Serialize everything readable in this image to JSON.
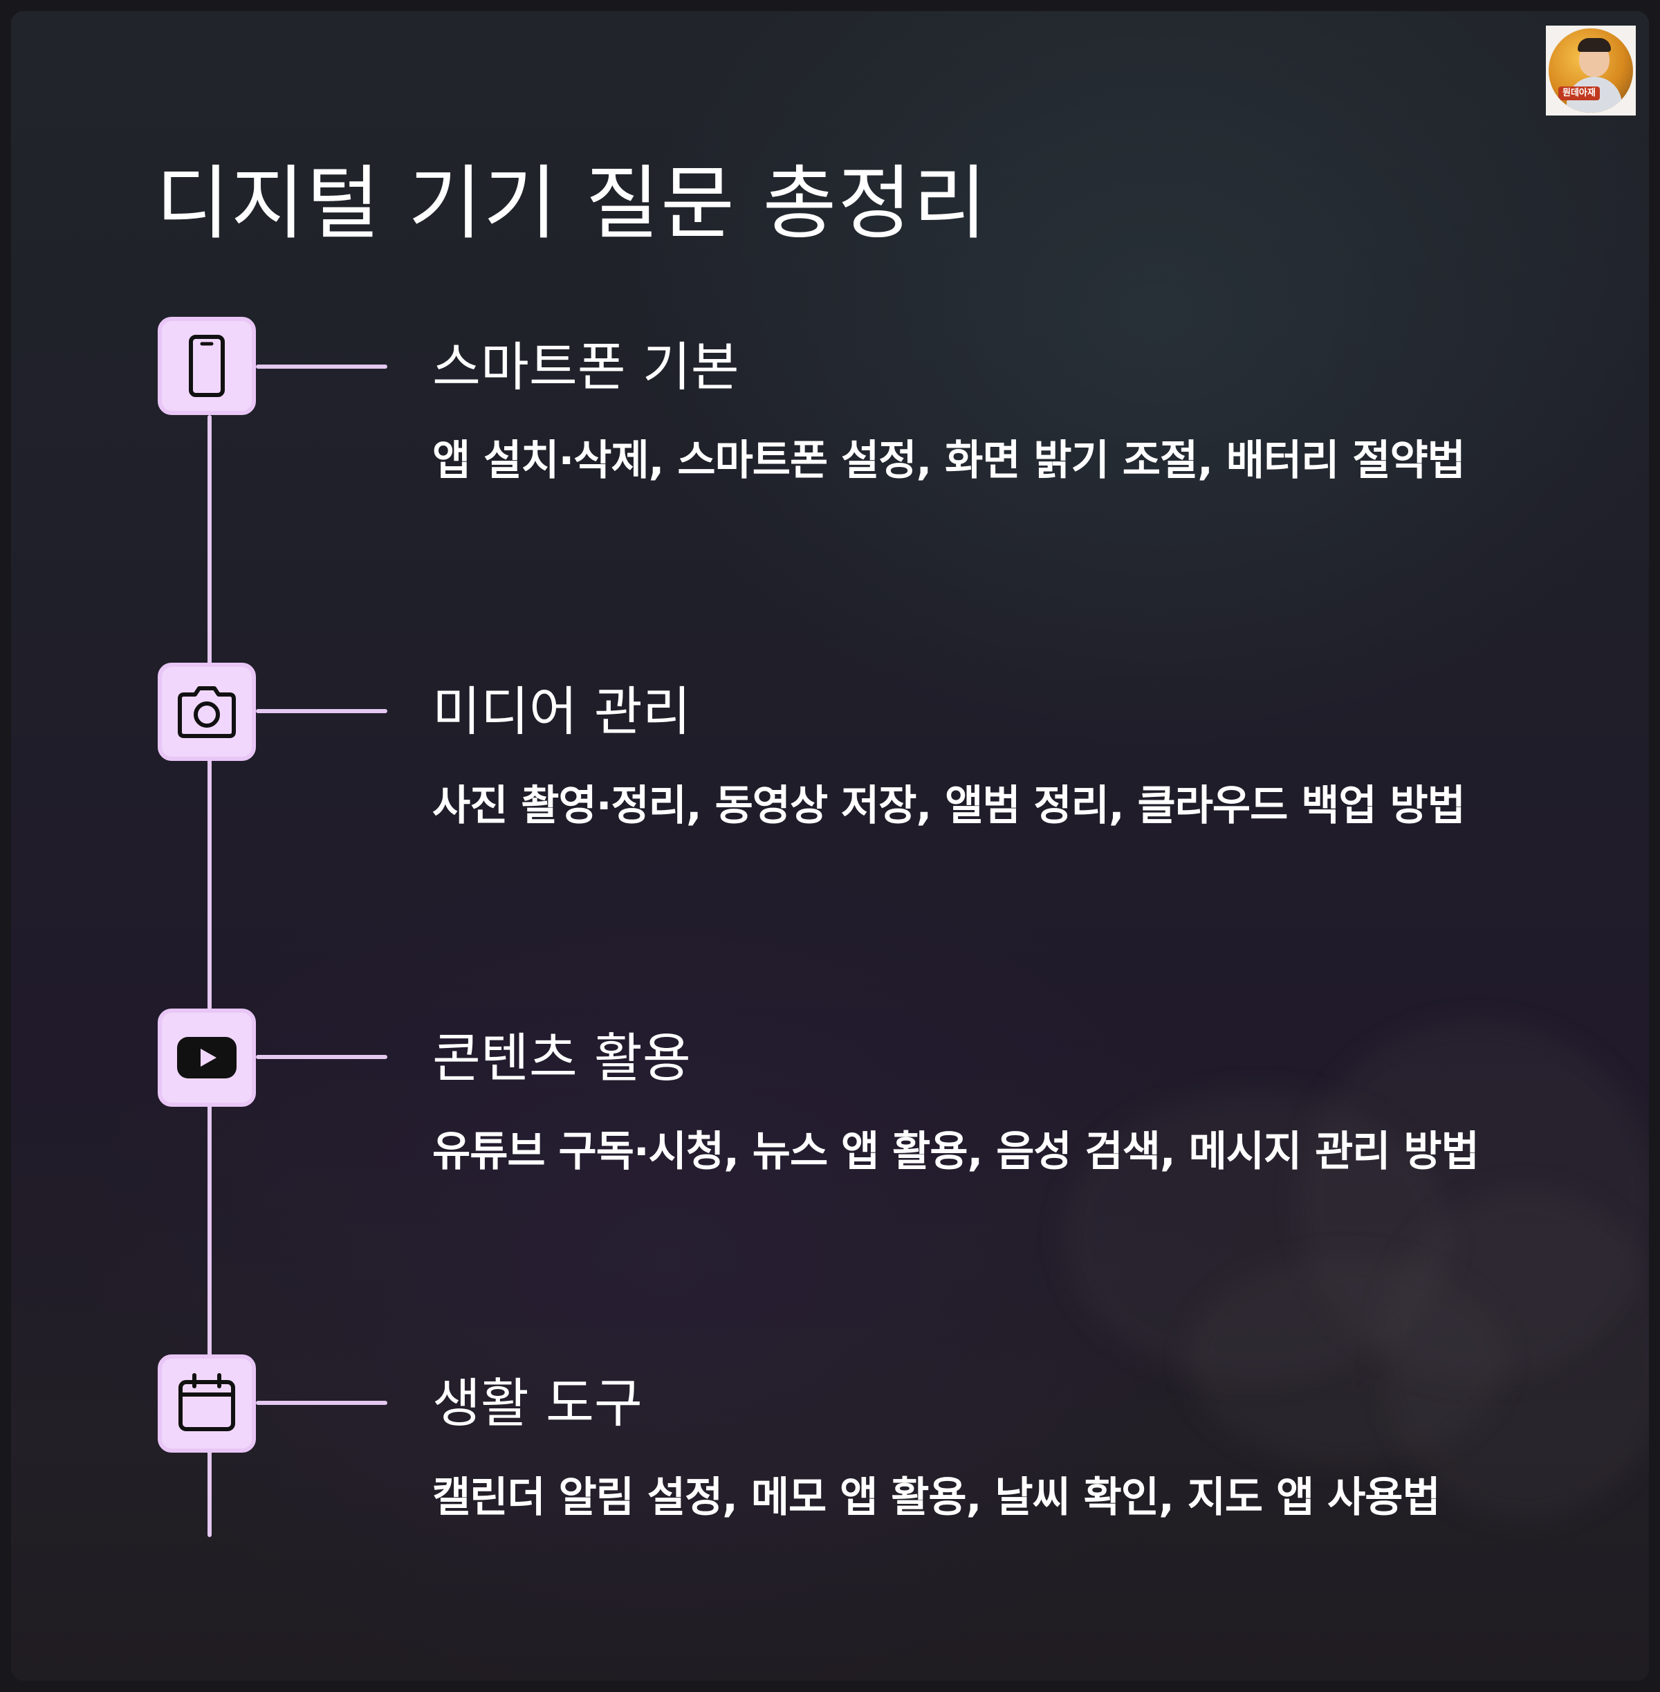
{
  "page": {
    "title": "디지털 기기 질문 총정리"
  },
  "avatar": {
    "icon": "channel-avatar",
    "tag": "뭔데아재"
  },
  "timeline": {
    "items": [
      {
        "icon": "smartphone-icon",
        "title": "스마트폰 기본",
        "description": "앱 설치·삭제, 스마트폰 설정, 화면 밝기 조절, 배터리 절약법"
      },
      {
        "icon": "camera-icon",
        "title": "미디어 관리",
        "description": "사진 촬영·정리, 동영상 저장, 앨범 정리, 클라우드 백업 방법"
      },
      {
        "icon": "youtube-icon",
        "title": "콘텐츠 활용",
        "description": "유튜브 구독·시청, 뉴스 앱 활용, 음성 검색, 메시지 관리 방법"
      },
      {
        "icon": "calendar-icon",
        "title": "생활 도구",
        "description": "캘린더 알림 설정, 메모 앱 활용, 날씨 확인, 지도 앱 사용법"
      }
    ]
  },
  "colors": {
    "accent": "#e4c8f0",
    "node_fill": "#f1d7fb",
    "text": "#ffffff",
    "background": "#1f1f29"
  }
}
